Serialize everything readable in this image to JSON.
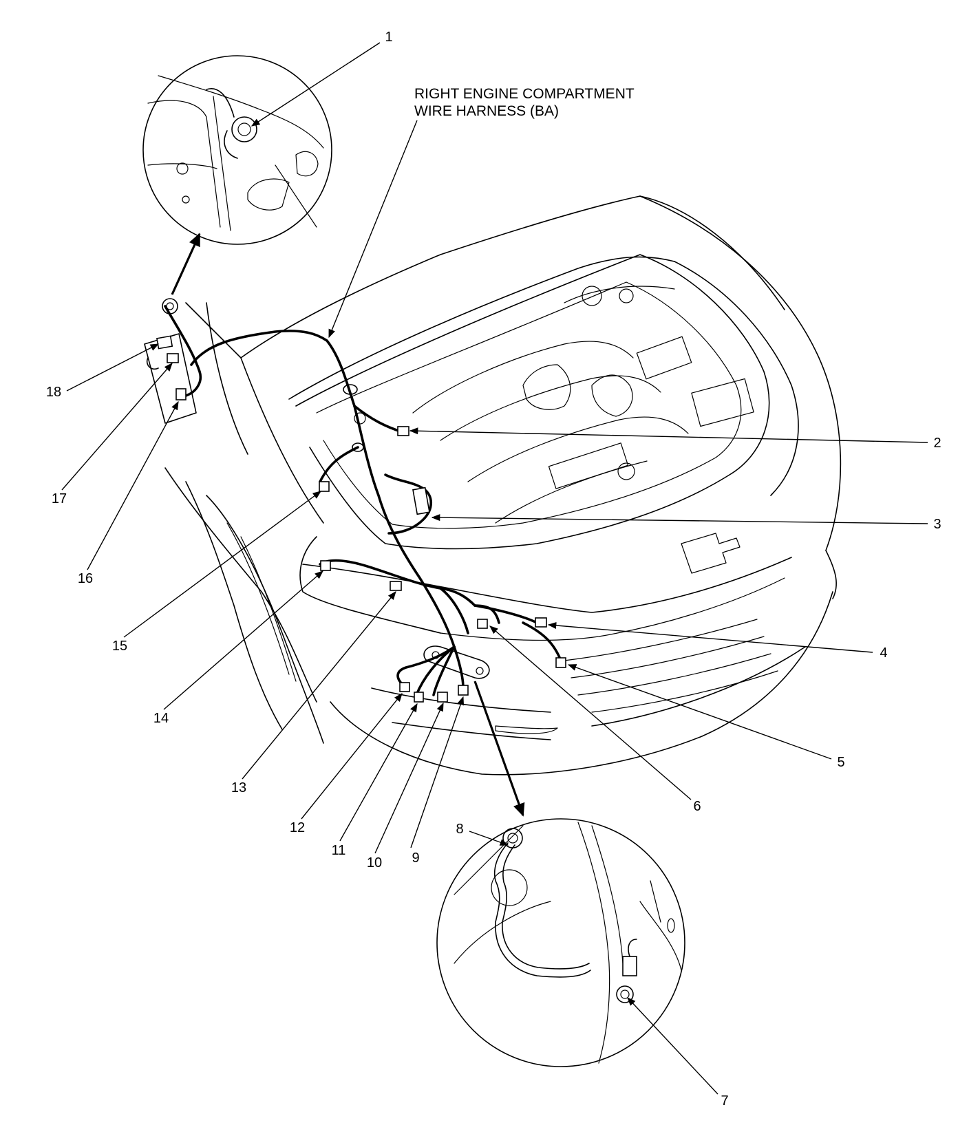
{
  "diagram": {
    "harness_label_line1": "RIGHT ENGINE COMPARTMENT",
    "harness_label_line2": "WIRE HARNESS (BA)",
    "callouts": [
      "1",
      "2",
      "3",
      "4",
      "5",
      "6",
      "7",
      "8",
      "9",
      "10",
      "11",
      "12",
      "13",
      "14",
      "15",
      "16",
      "17",
      "18"
    ]
  }
}
